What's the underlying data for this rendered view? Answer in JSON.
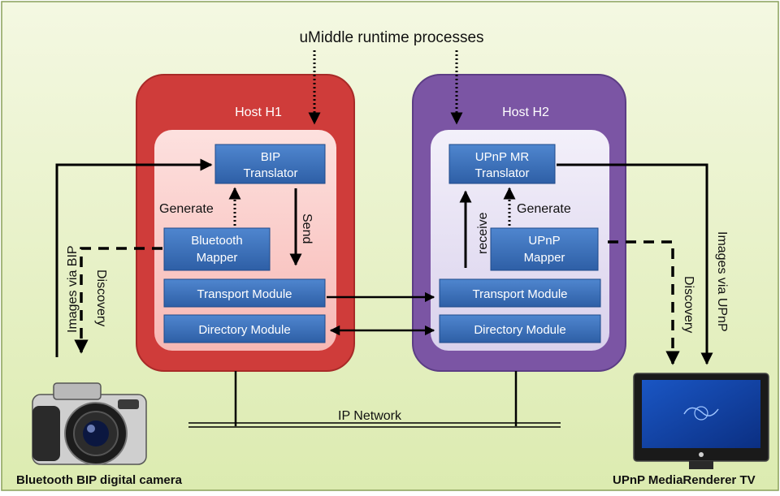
{
  "title": "uMiddle runtime processes",
  "host1": {
    "label": "Host H1",
    "translator_line1": "BIP",
    "translator_line2": "Translator",
    "mapper_line1": "Bluetooth",
    "mapper_line2": "Mapper",
    "transport": "Transport Module",
    "directory": "Directory Module",
    "generate": "Generate",
    "send": "Send"
  },
  "host2": {
    "label": "Host H2",
    "translator_line1": "UPnP MR",
    "translator_line2": "Translator",
    "mapper_line1": "UPnP",
    "mapper_line2": "Mapper",
    "transport": "Transport Module",
    "directory": "Directory Module",
    "generate": "Generate",
    "receive": "receive"
  },
  "network": "IP Network",
  "left": {
    "images": "Images via BIP",
    "discovery": "Discovery",
    "device": "Bluetooth BIP digital camera"
  },
  "right": {
    "images": "Images via UPnP",
    "discovery": "Discovery",
    "device": "UPnP MediaRenderer TV"
  },
  "colors": {
    "background": "#e5f0c2",
    "host1_outer": "#cf3c3a",
    "host1_inner": "#fbd3d1",
    "host2_outer": "#7b55a4",
    "host2_inner": "#e8e3f3",
    "module_blue": "#3a72bf"
  }
}
